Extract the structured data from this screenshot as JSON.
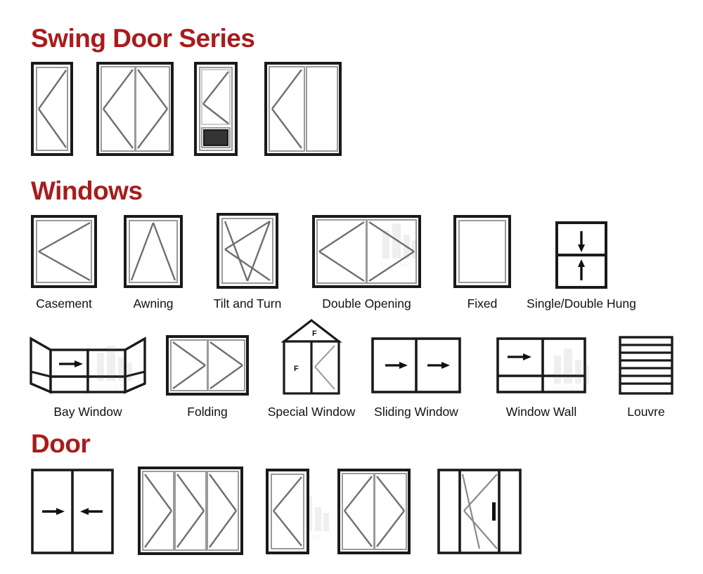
{
  "meta": {
    "accent_color": "#a81c1c",
    "line_color": "#1a1a1a",
    "thin_line_color": "#7a7a7a",
    "background": "#ffffff",
    "watermark_label": "OSCAR"
  },
  "sections": [
    {
      "id": "swing-door-series",
      "title": "Swing Door Series",
      "figures": [
        {
          "id": "swing-single-leaf",
          "caption": "",
          "type": "single-swing-door",
          "panels": 1
        },
        {
          "id": "swing-double-leaf",
          "caption": "",
          "type": "double-swing-door",
          "panels": 2
        },
        {
          "id": "swing-door-with-panel",
          "caption": "",
          "type": "swing-door-with-bottom-panel",
          "panels": 1
        },
        {
          "id": "swing-door-with-sidelite",
          "caption": "",
          "type": "swing-door-with-sidelite",
          "panels": 2
        }
      ]
    },
    {
      "id": "windows",
      "title": "Windows",
      "rows": [
        {
          "id": "windows-row-1",
          "figures": [
            {
              "id": "casement",
              "caption": "Casement",
              "type": "casement"
            },
            {
              "id": "awning",
              "caption": "Awning",
              "type": "awning"
            },
            {
              "id": "tilt-and-turn",
              "caption": "Tilt and Turn",
              "type": "tilt-and-turn"
            },
            {
              "id": "double-opening",
              "caption": "Double Opening",
              "type": "double-opening"
            },
            {
              "id": "fixed",
              "caption": "Fixed",
              "type": "fixed"
            },
            {
              "id": "single-double-hung",
              "caption": "Single/Double Hung",
              "type": "hung",
              "arrows": [
                "down",
                "up"
              ]
            }
          ]
        },
        {
          "id": "windows-row-2",
          "figures": [
            {
              "id": "bay-window",
              "caption": "Bay Window",
              "type": "bay",
              "arrows": [
                "right"
              ]
            },
            {
              "id": "folding",
              "caption": "Folding",
              "type": "folding",
              "panels": 2
            },
            {
              "id": "special-window",
              "caption": "Special Window",
              "type": "special",
              "fixed_marks": [
                "F",
                "F"
              ]
            },
            {
              "id": "sliding-window",
              "caption": "Sliding Window",
              "type": "sliding",
              "arrows": [
                "right",
                "right"
              ]
            },
            {
              "id": "window-wall",
              "caption": "Window Wall",
              "type": "window-wall",
              "arrows": [
                "right"
              ]
            },
            {
              "id": "louvre",
              "caption": "Louvre",
              "type": "louvre",
              "slats": 7
            }
          ]
        }
      ]
    },
    {
      "id": "door",
      "title": "Door",
      "figures": [
        {
          "id": "sliding-door",
          "caption": "",
          "type": "bi-parting-sliding-door",
          "arrows": [
            "right",
            "left"
          ]
        },
        {
          "id": "folding-door-3panel",
          "caption": "",
          "type": "folding-door",
          "panels": 3
        },
        {
          "id": "single-door",
          "caption": "",
          "type": "single-swing-door",
          "panels": 1
        },
        {
          "id": "double-door",
          "caption": "",
          "type": "double-swing-door",
          "panels": 2
        },
        {
          "id": "lift-slide-door",
          "caption": "",
          "type": "lift-slide-door",
          "panels": 3
        }
      ]
    }
  ],
  "captions": {
    "casement": "Casement",
    "awning": "Awning",
    "tilt_and_turn": "Tilt and Turn",
    "double_opening": "Double Opening",
    "fixed": "Fixed",
    "single_double_hung": "Single/Double Hung",
    "bay_window": "Bay Window",
    "folding": "Folding",
    "special_window": "Special Window",
    "sliding_window": "Sliding Window",
    "window_wall": "Window Wall",
    "louvre": "Louvre"
  },
  "marks": {
    "fixed_panel_letter": "F"
  }
}
